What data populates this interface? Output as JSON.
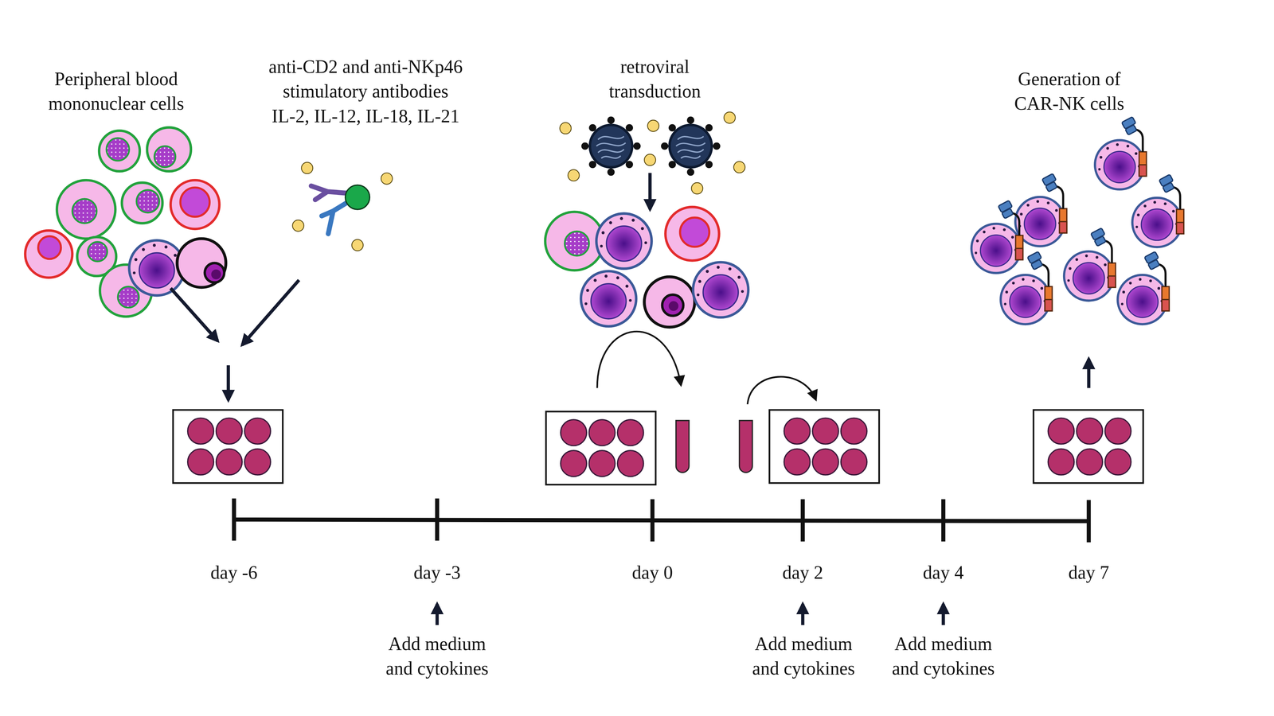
{
  "diagram": {
    "labels": [
      "Peripheral blood mononuclear cells",
      "anti-CD2 and anti-NKp46 stimulatory antibodies",
      "IL-2, IL-12, IL-18, IL-21",
      "retroviral transduction",
      "Generation of CAR-NK cells",
      "day -6",
      "day -3",
      "day 0",
      "day 2",
      "day 4",
      "day 7",
      "Add medium and cytokines",
      "Add medium and cytokines",
      "Add medium and cytokines"
    ]
  }
}
